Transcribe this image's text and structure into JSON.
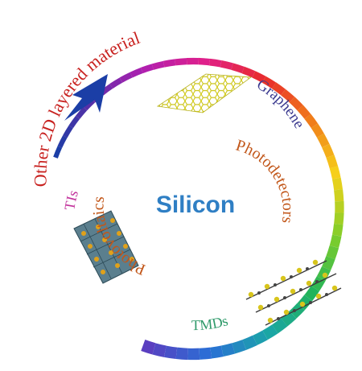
{
  "center": {
    "label": "Silicon",
    "color": "#2f7fc4"
  },
  "labels": {
    "other_2d": {
      "text": "Other 2D layered materials",
      "color": "#c8211f"
    },
    "graphene": {
      "text": "Graphene",
      "color": "#3b3a8f"
    },
    "photodetectors": {
      "text": "Photodetectors",
      "color": "#c2571a"
    },
    "photovoltaics": {
      "text": "Photovoltaics",
      "color": "#c2571a"
    },
    "tis": {
      "text": "TIs",
      "color": "#c12f9a"
    },
    "tmds": {
      "text": "TMDs",
      "color": "#2f9a6a"
    }
  },
  "ring": {
    "colors": [
      "#1b3ea6",
      "#5a2fa8",
      "#b01fb0",
      "#e0208a",
      "#e82b2b",
      "#f07a1a",
      "#f6d21a",
      "#7fce2a",
      "#21b35a",
      "#1ba5a8",
      "#2a6fd6",
      "#5a3fc0"
    ]
  },
  "icons": {
    "graphene": "graphene-lattice-icon",
    "tis": "topological-insulator-crystal-icon",
    "tmds": "tmd-layered-structure-icon",
    "arrow": "arrow-head-icon"
  }
}
